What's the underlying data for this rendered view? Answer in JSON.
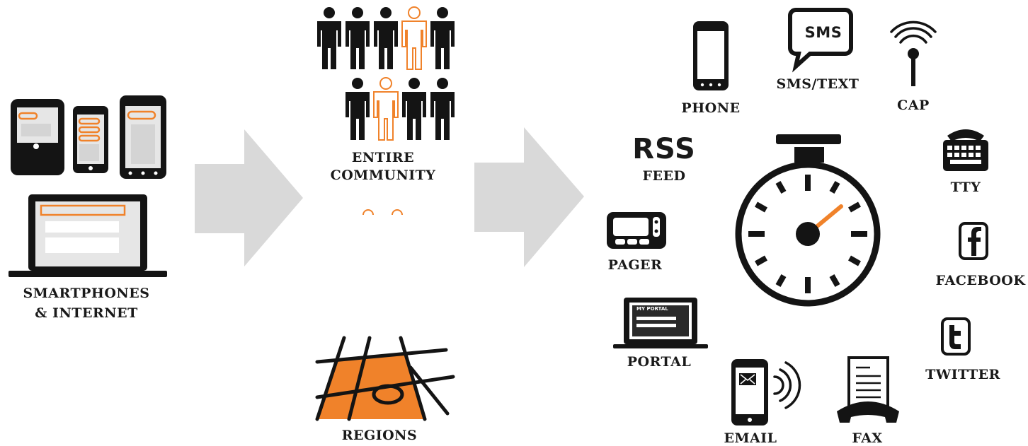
{
  "colors": {
    "accent": "#f0822a",
    "ink": "#141414",
    "arrow": "#d9d9d9",
    "screen": "#e6e6e6"
  },
  "sources": {
    "label_line1": "SMARTPHONES",
    "label_line2": "& INTERNET"
  },
  "audience": {
    "community_line1": "ENTIRE",
    "community_line2": "COMMUNITY",
    "regions": "REGIONS"
  },
  "channels": {
    "phone": "PHONE",
    "sms": "SMS/TEXT",
    "sms_bubble": "SMS",
    "cap": "CAP",
    "rss_big": "RSS",
    "rss_feed": "FEED",
    "tty": "TTY",
    "pager": "PAGER",
    "facebook": "FACEBOOK",
    "portal": "PORTAL",
    "portal_screen": "MY PORTAL",
    "twitter": "TWITTER",
    "email": "EMAIL",
    "fax": "FAX"
  }
}
